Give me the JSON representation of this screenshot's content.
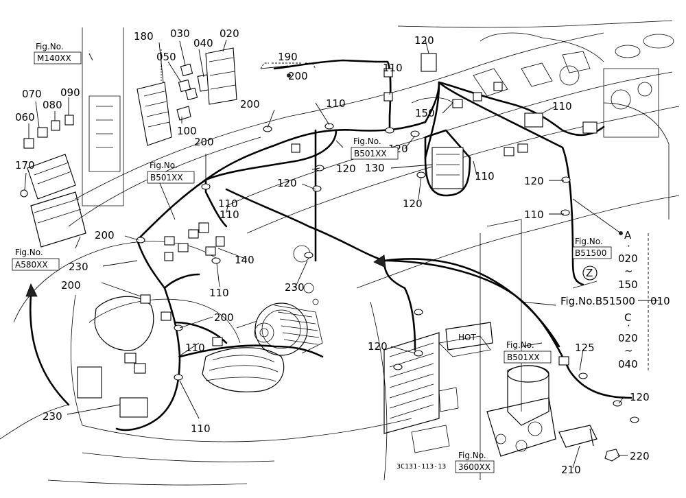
{
  "drawing_id": "3C131-113-13",
  "stamp_text": "HOT",
  "fig_refs": [
    {
      "id": "m140",
      "top": "Fig.No.",
      "code": "M140XX"
    },
    {
      "id": "b501a",
      "top": "Fig.No.",
      "code": "B501XX"
    },
    {
      "id": "b501b",
      "top": "Fig.No.",
      "code": "B501XX"
    },
    {
      "id": "b501c",
      "top": "Fig.No.",
      "code": "B501XX"
    },
    {
      "id": "a580",
      "top": "Fig.No.",
      "code": "A580XX"
    },
    {
      "id": "b51500",
      "top": "Fig.No.",
      "code": "B51500"
    },
    {
      "id": "3600",
      "top": "Fig.No.",
      "code": "3600XX"
    }
  ],
  "fig_inline": "Fig.No.B51500",
  "variant_legend": {
    "a": "A",
    "dot1": "·",
    "a_from": "020",
    "tilde1": "~",
    "a_to": "150",
    "c": "C",
    "dot2": "·",
    "c_from": "020",
    "tilde2": "~",
    "c_to": "040",
    "callout": "010",
    "marker": "Z"
  },
  "labels": {
    "p180": "180",
    "p030": "030",
    "p040": "040",
    "p020": "020",
    "p050": "050",
    "p100": "100",
    "p070": "070",
    "p080": "080",
    "p090": "090",
    "p060": "060",
    "p170": "170",
    "p190": "190",
    "p200_top": "200",
    "p200_a": "200",
    "p200_b": "200",
    "p200_c": "200",
    "p200_d": "200",
    "p200_e": "200",
    "p230_a": "230",
    "p230_b": "230",
    "p230_c": "230",
    "p110_a": "110",
    "p110_b": "110",
    "p110_c": "110",
    "p110_d": "110",
    "p110_e": "110",
    "p110_f": "110",
    "p110_g": "110",
    "p110_h": "110",
    "p110_i": "110",
    "p120_a": "120",
    "p120_b": "120",
    "p120_c": "120",
    "p120_d": "120",
    "p120_e": "120",
    "p120_f": "120",
    "p120_g": "120",
    "p120_h": "120",
    "p130": "130",
    "p140": "140",
    "p150": "150",
    "p125": "125",
    "p210": "210",
    "p220": "220"
  }
}
